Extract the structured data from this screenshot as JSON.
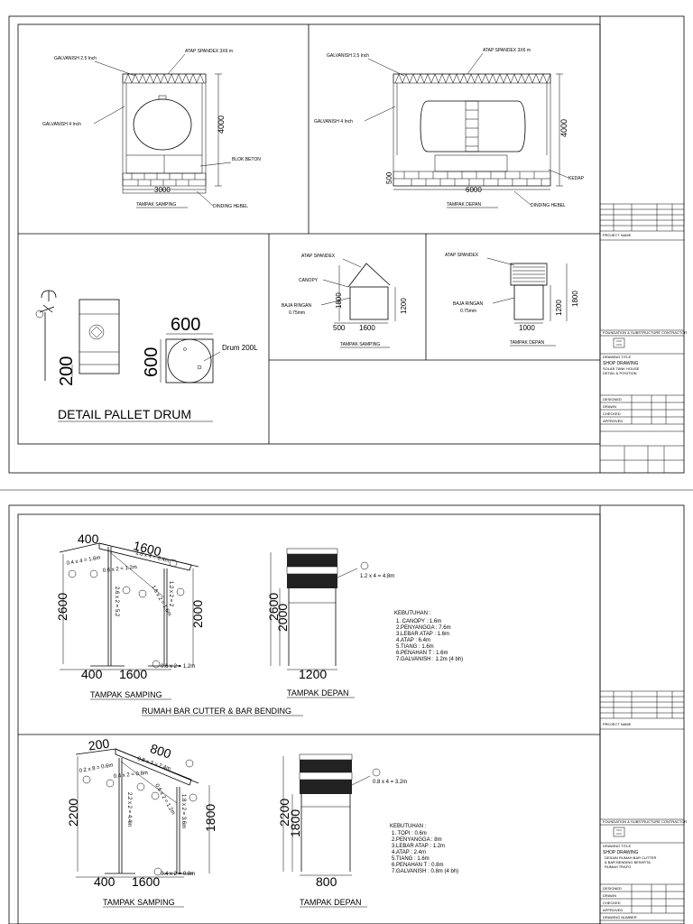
{
  "sheet1": {
    "side_view": {
      "label": "TAMPAK SAMPING",
      "galvanish_top": "GALVANISH 2.5 Inch",
      "atap": "ATAP SPANDEX 3X6 m",
      "galvanish_side": "GALVANISH 4 Inch",
      "blok_beton": "BLOK BETON",
      "dinding": "DINDING HEBEL",
      "height": "4000",
      "width": "3000"
    },
    "front_view": {
      "label": "TAMPAK DEPAN",
      "galvanish_top": "GALVANISH 2.5 Inch",
      "atap": "ATAP SPANDEX 3X6 m",
      "galvanish_side": "GALVANISH 4 Inch",
      "kedap": "KEDAP",
      "dinding": "DINDING HEBEL",
      "height": "4000",
      "width": "6000",
      "base": "500"
    },
    "pallet": {
      "title": "DETAIL PALLET DRUM",
      "dim_top": "600",
      "dim_side": "600",
      "dim_height": "200",
      "drum": "Drum 200L"
    },
    "canopy_side": {
      "label": "TAMPAK SAMPING",
      "atap": "ATAP SPANDEX",
      "canopy": "CANOPY",
      "baja": "BAJA RINGAN",
      "baja_size": "0.75mm",
      "h1": "1800",
      "h2": "1200",
      "w1": "500",
      "w2": "1600"
    },
    "canopy_front": {
      "label": "TAMPAK DEPAN",
      "atap": "ATAP SPANDEX",
      "baja": "BAJA RINGAN",
      "baja_size": "0.75mm",
      "h1": "1200",
      "h2": "1800",
      "w": "1000"
    },
    "title_block": {
      "project_name": "PROJECT NAME",
      "company": "FOUNDATION & SUBSTRUCTURE CONTRACTOR",
      "drawing_title": "DRAWING TITLE",
      "drawing_type": "SHOP DRAWING",
      "line1": "SOLAR TANK HOUSE",
      "line2": "DETAIL & POSITION",
      "designed": "DESIGNED",
      "drawn": "DRAWN",
      "checked": "CHECKED",
      "approved": "APPROVED"
    }
  },
  "sheet2": {
    "top": {
      "side_label": "TAMPAK SAMPING",
      "front_label": "TAMPAK DEPAN",
      "title": "RUMAH BAR CUTTER & BAR BENDING",
      "d400": "400",
      "d1600_top": "1600",
      "d2600": "2600",
      "d2000": "2000",
      "d400_bottom": "400",
      "d1600_bottom": "1600",
      "front_2600": "2600",
      "front_2000": "2000",
      "front_1200": "1200",
      "note_1": "0.4 x 4 = 1.6m",
      "note_4": "1.6 x 4 = 6.4m",
      "note_2": "0.6 x 2 = 1.2m",
      "note_3": "2.6 x 2 = 5.2",
      "note_5a": "1.6 x 2 = 1.6m",
      "note_5b": "1.2 x 2 = 2",
      "note_6": "0.6 x 2 = 1.2m",
      "note_7": "1.2 x 4 = 4.8m",
      "needs_title": "KEBUTUHAN :",
      "needs": [
        "1. CANOPY      : 1.6m",
        "2.PENYANGGA  : 7.6m",
        "3.LEBAR ATAP  : 1.6m",
        "4.ATAP             : 6.4m",
        "5.TIANG           : 1.6m",
        "6.PENAHAN T    : 1.6m",
        "7.GALVANISH    : 1.2m (4 bh)"
      ]
    },
    "bottom": {
      "side_label": "TAMPAK SAMPING",
      "front_label": "TAMPAK DEPAN",
      "d200": "200",
      "d800_top": "800",
      "d2200": "2200",
      "d1800": "1800",
      "d400": "400",
      "d1600": "1600",
      "front_2200": "2200",
      "front_1800": "1800",
      "front_800": "800",
      "note_1": "0.2 x 8 = 0.6m",
      "note_4": "0.8 x 3 = 2.4m",
      "note_2": "0.4 x 2 = 0.8m",
      "note_3": "2.2 x 2 = 4.4m",
      "note_5a": "0.6 x 2 = 1.2m",
      "note_5b": "1.8 x 2 = 3.6m",
      "note_6": "0.4 x 2 = 0.8m",
      "note_7": "0.8 x 4 = 3.2m",
      "needs_title": "KEBUTUHAN :",
      "needs": [
        "1. TOPI             : 0.6m",
        "2.PENYANGGA  : 8m",
        "3.LEBAR ATAP  : 1.2m",
        "4.ATAP             : 2.4m",
        "5.TIANG           : 1.6m",
        "6.PENAHAN T    : 0.8m",
        "7.GALVANISH    : 0.8m (4 bh)"
      ]
    },
    "title_block": {
      "project_name": "PROJECT NAME",
      "company": "FOUNDATION & SUBSTRUCTURE CONTRACTOR",
      "drawing_title": "DRAWING TITLE",
      "drawing_type": "SHOP DRAWING",
      "line1": "DESAIN RUMAH BAR CUTTER",
      "line2": "& BAR BENDING BESERTA",
      "line3": "RUMAH TRAFO",
      "designed": "DESIGNED",
      "drawn": "DRAWN",
      "checked": "CHECKED",
      "approved": "APPROVED",
      "drawing_number": "DRAWING NUMBER"
    }
  }
}
